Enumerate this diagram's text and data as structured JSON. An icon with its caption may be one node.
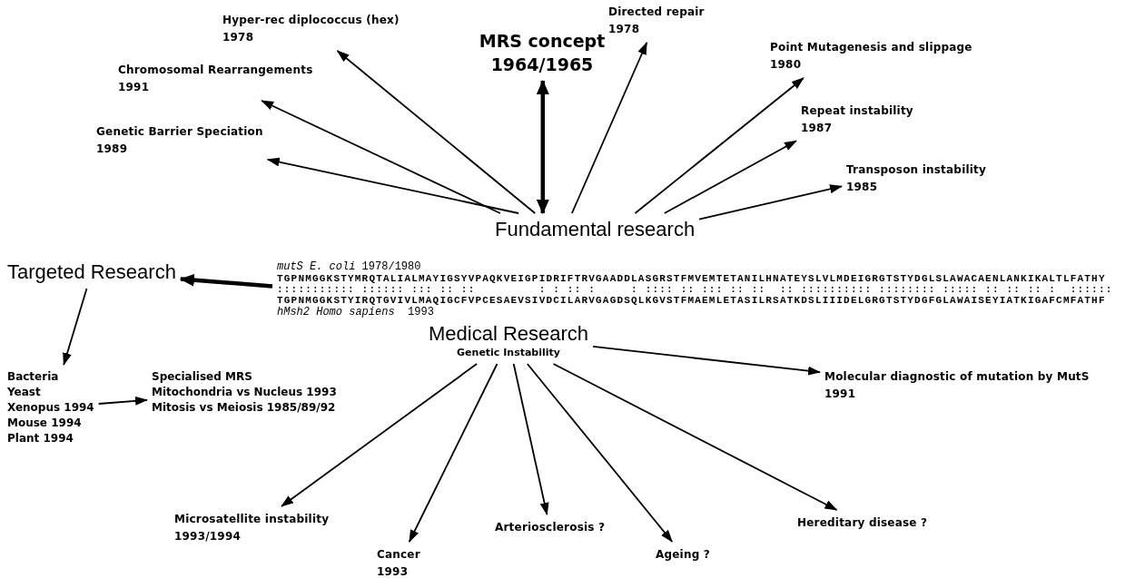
{
  "diagram": {
    "nodes": [
      {
        "text": [
          "Fundamental research"
        ]
      },
      {
        "text": [
          "MRS concept 1964/1965"
        ]
      },
      {
        "text": [
          "Genetic Barrier Speciation",
          "1989"
        ]
      },
      {
        "text": [
          "Chromosomal Rearrangements",
          "1991"
        ]
      },
      {
        "text": [
          "Hyper-rec diplococcus (hex)",
          "1978"
        ]
      },
      {
        "text": [
          "Directed repair",
          "1978"
        ]
      },
      {
        "text": [
          "Point Mutagenesis and slippage",
          "1980"
        ]
      },
      {
        "text": [
          "Repeat instability",
          "1987"
        ]
      },
      {
        "text": [
          "Transposon instability",
          "1985"
        ]
      },
      {
        "text": [
          "*mutS E. coli* 1978/1980",
          "TGPNMGGKSTYMRQTALIALMAYIGSYVPAQKVEIGPIDRIFTRVGAADDLASGRSTFMVEMTETANILHNATEYSLVLMDEIGRGTSTYDGLSLAWACAENLANKIKALTLFATHY",
          "::::::::::: :::::: ::: :: ::         : : :: :     : :::: :: ::: :: ::  :: :::::::::: :::::::: ::::: :: :: :: :  ::::::",
          "TGPNMGGKSTYIRQTGVIVLMAQIGCFVPCESAEVSIVDCILARVGAGDSQLKGVSTFMAEMLETASILRSATKDSLIIIDELGRGTSTYDGFGLAWAISEYIATKIGAFCMFATHF",
          "*hMsh2 Homo sapiens*  1993"
        ]
      },
      {
        "text": [
          "Targeted Research"
        ]
      },
      {
        "text": [
          "Bacteria",
          "Yeast",
          "Xenopus 1994",
          "Mouse 1994",
          "Plant 1994"
        ]
      },
      {
        "text": [
          "Specialised MRS",
          "Mitochondria vs Nucleus 1993",
          "Mitosis vs Meiosis 1985/89/92"
        ]
      },
      {
        "text": [
          "Medical Research",
          "Genetic Instability"
        ]
      },
      {
        "text": [
          "Molecular diagnostic of mutation by MutS",
          "1991"
        ]
      },
      {
        "text": [
          "Microsatellite instability",
          "1993/1994"
        ]
      },
      {
        "text": [
          "Cancer",
          "1993"
        ]
      },
      {
        "text": [
          "Arteriosclerosis ?"
        ]
      },
      {
        "text": [
          "Ageing ?"
        ]
      },
      {
        "text": [
          "Hereditary disease ?"
        ]
      }
    ],
    "edges": [
      {
        "from": 0,
        "to": 1,
        "arrow": "both",
        "style": "thick"
      },
      {
        "from": 0,
        "to": 2,
        "arrow": "to"
      },
      {
        "from": 0,
        "to": 3,
        "arrow": "to"
      },
      {
        "from": 0,
        "to": 4,
        "arrow": "to"
      },
      {
        "from": 0,
        "to": 5,
        "arrow": "to"
      },
      {
        "from": 0,
        "to": 6,
        "arrow": "to"
      },
      {
        "from": 0,
        "to": 7,
        "arrow": "to"
      },
      {
        "from": 0,
        "to": 8,
        "arrow": "to"
      },
      {
        "from": 9,
        "to": 10,
        "arrow": "to",
        "style": "thick"
      },
      {
        "from": 10,
        "to": 11,
        "arrow": "to"
      },
      {
        "from": 11,
        "to": 12,
        "arrow": "to"
      },
      {
        "from": 13,
        "to": 14,
        "arrow": "to"
      },
      {
        "from": 13,
        "to": 15,
        "arrow": "to"
      },
      {
        "from": 13,
        "to": 16,
        "arrow": "to"
      },
      {
        "from": 13,
        "to": 17,
        "arrow": "to"
      },
      {
        "from": 13,
        "to": 18,
        "arrow": "to"
      },
      {
        "from": 13,
        "to": 19,
        "arrow": "to"
      }
    ]
  }
}
